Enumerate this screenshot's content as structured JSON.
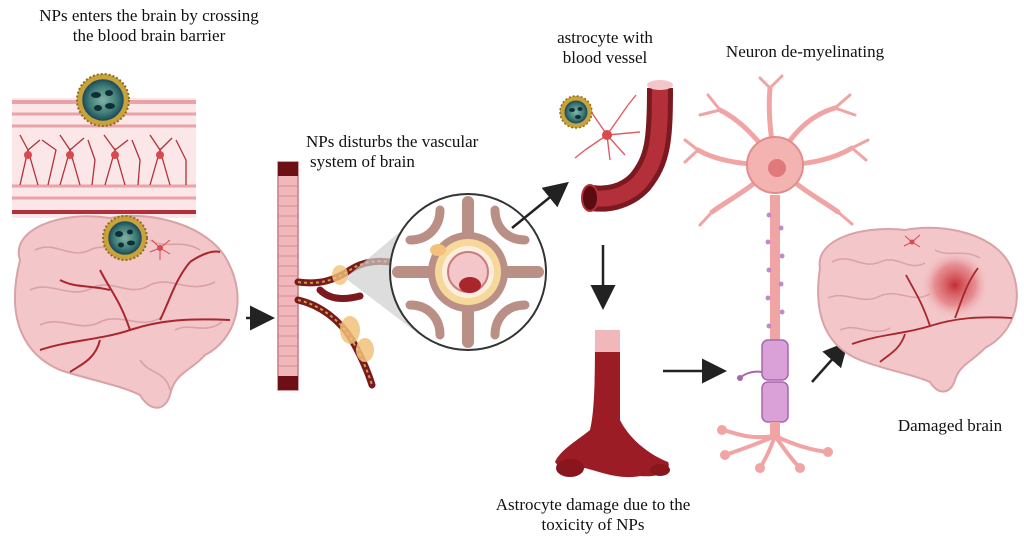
{
  "labels": {
    "np_enter_line1": "NPs enters the brain by crossing",
    "np_enter_line2": "the blood brain barrier",
    "np_disturb_line1": "NPs disturbs the vascular",
    "np_disturb_line2": "system of brain",
    "astro_vessel_line1": "astrocyte with",
    "astro_vessel_line2": "blood vessel",
    "neuron_demyel": "Neuron de-myelinating",
    "damaged_brain": "Damaged brain",
    "astro_damage_line1": "Astrocyte damage due to the",
    "astro_damage_line2": "toxicity of NPs"
  },
  "colors": {
    "brain_fill": "#f3c6c9",
    "brain_stroke": "#d9a2a6",
    "vessel_red": "#a8262c",
    "vessel_dark": "#6d1015",
    "membrane_pink": "#e8a3a8",
    "np_core": "#1f5060",
    "np_shell": "#c9a23a",
    "neuron_pink": "#f0a4a4",
    "myelin_purple": "#cf8fd0",
    "astro_tan": "#b98f86",
    "arrow": "#222222"
  },
  "icons": {
    "nanoparticle": "nanoparticle-icon",
    "brain": "brain-icon",
    "neuron": "neuron-icon",
    "astrocyte": "astrocyte-icon",
    "blood_vessel": "blood-vessel-icon"
  }
}
